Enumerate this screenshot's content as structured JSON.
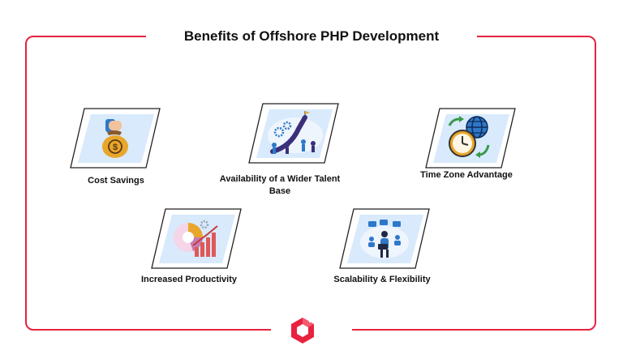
{
  "title": "Benefits of Offshore PHP Development",
  "colors": {
    "accent": "#e8223f",
    "card_fill": "#d8eafc",
    "icon_blue": "#2f78c8",
    "gold": "#e9a62c"
  },
  "benefits": [
    {
      "label": "Cost Savings",
      "icon": "money-bag-icon"
    },
    {
      "label": "Availability of a Wider Talent Base",
      "icon": "team-growth-icon"
    },
    {
      "label": "Time Zone Advantage",
      "icon": "globe-clock-icon"
    },
    {
      "label": "Increased Productivity",
      "icon": "productivity-chart-icon"
    },
    {
      "label": "Scalability & Flexibility",
      "icon": "remote-team-icon"
    }
  ],
  "logo": {
    "icon": "cube-logo-icon"
  }
}
